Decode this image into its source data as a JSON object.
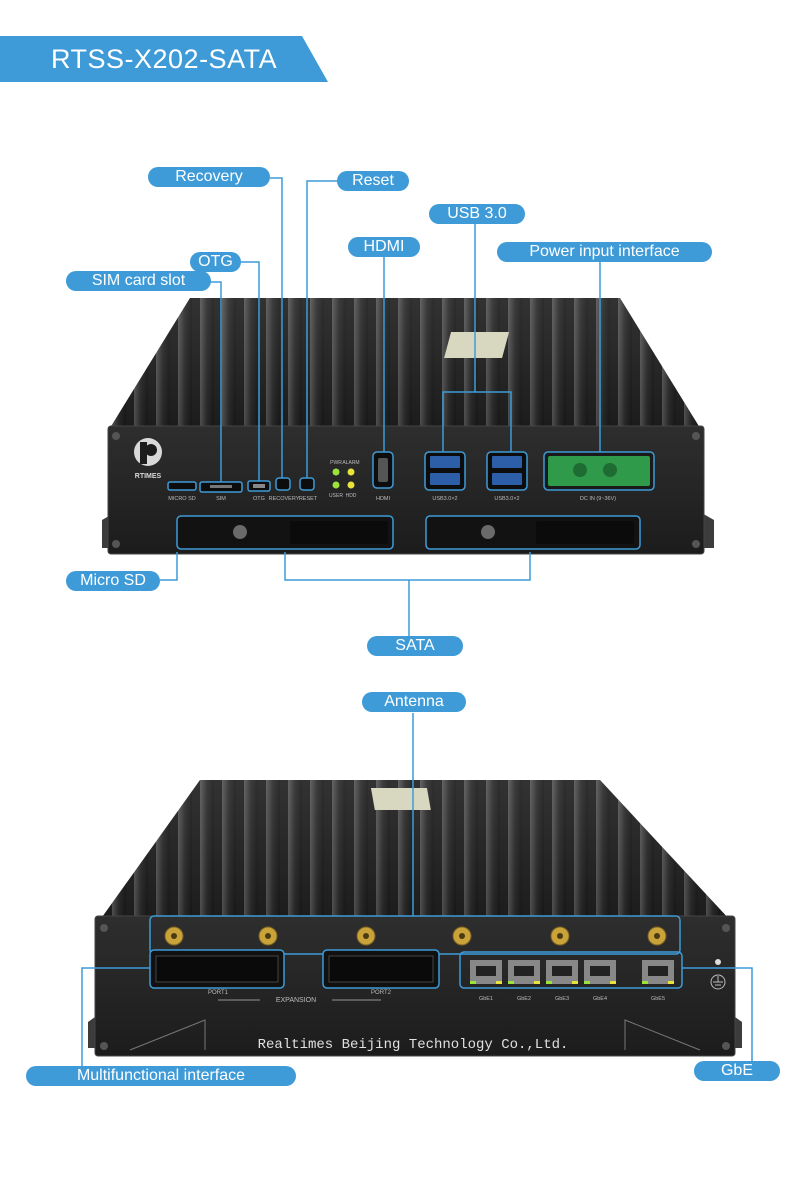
{
  "title": "RTSS-X202-SATA",
  "front": {
    "callouts": {
      "recovery": "Recovery",
      "reset": "Reset",
      "usb": "USB 3.0",
      "hdmi": "HDMI",
      "power": "Power input interface",
      "otg": "OTG",
      "sim": "SIM card slot",
      "microsd": "Micro SD",
      "sata": "SATA"
    },
    "panel_labels": {
      "brand": "RTIMES",
      "microsd": "MICRO SD",
      "sim": "SIM",
      "otg": "OTG",
      "recovery": "RECOVERY",
      "reset": "RESET",
      "pwr": "PWR",
      "alarm": "ALARM",
      "user": "USER",
      "hdd": "HDD",
      "hdmi": "HDMI",
      "usb_a": "USB3.0×2",
      "usb_b": "USB3.0×2",
      "dc_in": "DC IN (9~36V)"
    }
  },
  "back": {
    "callouts": {
      "antenna": "Antenna",
      "multifunctional": "Multifunctional interface",
      "gbe": "GbE"
    },
    "panel_labels": {
      "port1": "PORT1",
      "port2": "PORT2",
      "expansion": "EXPANSION",
      "gbe1": "GbE1",
      "gbe2": "GbE2",
      "gbe3": "GbE3",
      "gbe4": "GbE4",
      "gbe5": "GbE5",
      "company": "Realtimes Beijing Technology Co.,Ltd."
    }
  },
  "colors": {
    "accent": "#3e9bd8",
    "chassis": "#2a2a2a",
    "led_green": "#9be23a",
    "led_yellow": "#e8e23a",
    "terminal_green": "#2f9a4a",
    "antenna_gold": "#c9a23a"
  }
}
